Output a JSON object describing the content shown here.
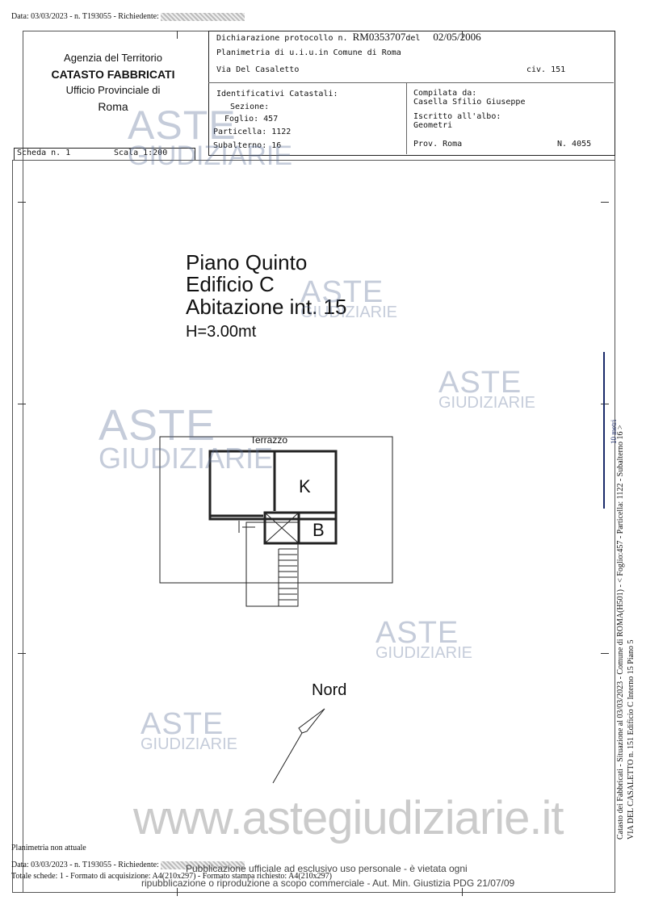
{
  "top_line": "Data: 03/03/2023 - n. T193055 - Richiedente:",
  "agency": {
    "line1": "Agenzia del Territorio",
    "line2": "CATASTO FABBRICATI",
    "line3": "Ufficio Provinciale di",
    "line4": "Roma"
  },
  "header": {
    "protocol_label": "Dichiarazione protocollo n.",
    "protocol_number": "RM0353707",
    "protocol_del": "del",
    "protocol_date": "02/05/2006",
    "planimetria": "Planimetria di u.i.u.in Comune di Roma",
    "address": "Via Del Casaletto",
    "civ": "civ. 151",
    "identificativi": "Identificativi Catastali:",
    "sezione": "Sezione:",
    "foglio": "Foglio: 457",
    "particella": "Particella: 1122",
    "subalterno": "Subalterno: 16",
    "compilata": "Compilata da:",
    "compilatore": "Casella Sfilio Giuseppe",
    "iscritto": "Iscritto all'albo:",
    "albo": "Geometri",
    "prov": "Prov. Roma",
    "numero": "N.  4055"
  },
  "scheda": "Scheda n. 1",
  "scala": "Scala 1:200",
  "plan_title": {
    "line1": "Piano Quinto",
    "line2": "Edificio C",
    "line3": "Abitazione int. 15",
    "line4": "H=3.00mt"
  },
  "rooms": {
    "terrazzo": "Terrazzo",
    "k": "K",
    "b": "B"
  },
  "nord": "Nord",
  "watermark": {
    "big": "ASTE",
    "small": "GIUDIZIARIE"
  },
  "footer": {
    "non_attuale": "Planimetria non attuale",
    "data": "Data: 03/03/2023 - n. T193055 - Richiedente:",
    "totale": "Totale schede: 1 - Formato di acquisizione: A4(210x297) - Formato stampa richiesto: A4(210x297)",
    "pubblicazione": "Pubblicazione ufficiale ad esclusivo uso personale - è vietata ogni",
    "ripubblicazione": "ripubblicazione o riproduzione a scopo commerciale - Aut. Min. Giustizia PDG 21/07/09",
    "website": "www.astegiudiziarie.it"
  },
  "side": {
    "line1": "Catasto dei Fabbricati - Situazione al 03/03/2023 - Comune di ROMA(H501) - < Foglio:457 - Particella: 1122 - Subalterno 16 >",
    "line2": "VIA DEL CASALETTO n. 151  Edificio C Interno 15 Piano 5",
    "stamp": "10 metri"
  }
}
